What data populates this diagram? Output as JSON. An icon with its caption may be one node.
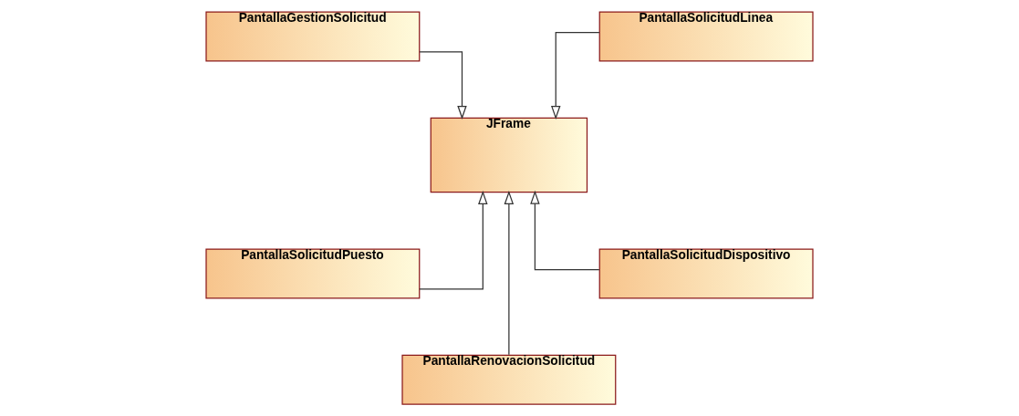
{
  "diagram": {
    "nodes": [
      {
        "text": [
          "PantallaGestionSolicitud"
        ]
      },
      {
        "text": [
          "PantallaSolicitudLinea"
        ]
      },
      {
        "text": [
          "JFrame"
        ]
      },
      {
        "text": [
          "PantallaSolicitudPuesto"
        ]
      },
      {
        "text": [
          "PantallaSolicitudDispositivo"
        ]
      },
      {
        "text": [
          "PantallaRenovacionSolicitud"
        ]
      }
    ],
    "edges": [
      {
        "from": 0,
        "to": 2,
        "arrow": "to"
      },
      {
        "from": 1,
        "to": 2,
        "arrow": "to"
      },
      {
        "from": 3,
        "to": 2,
        "arrow": "to"
      },
      {
        "from": 4,
        "to": 2,
        "arrow": "to"
      },
      {
        "from": 5,
        "to": 2,
        "arrow": "to"
      }
    ]
  }
}
